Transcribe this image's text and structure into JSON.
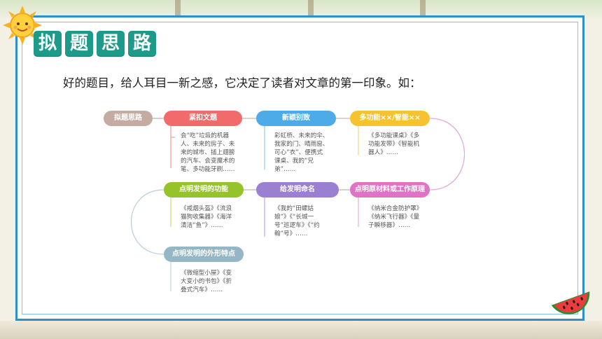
{
  "title_chars": [
    "拟",
    "题",
    "思",
    "路"
  ],
  "intro": "好的题目，给人耳目一新之感，它决定了读者对文章的第一印象。如：",
  "mindmap": {
    "root": "拟题思路",
    "branches": [
      {
        "label": "紧扣文题",
        "color": "#f26b6b",
        "desc": [
          "会“吃”垃圾的机器",
          "人、未来的房子、未",
          "来的城市、插上翅膀",
          "的汽车、会变魔术的",
          "笔、多功能牙刷……"
        ]
      },
      {
        "label": "新颖别致",
        "color": "#4dabe8",
        "desc": [
          "彩虹桥、未来的伞、",
          "我家的门、晴雨窗、",
          "可心“衣”、便携式",
          "课桌、我的“兄",
          "弟”……"
        ]
      },
      {
        "label": "多功能××/智能××",
        "color": "#f6c330",
        "desc": [
          "《多功能课桌》《多",
          "功能发带》《智能机",
          "器人》……"
        ]
      },
      {
        "label": "点明原材料或工作原理",
        "color": "#e073c4",
        "desc": [
          "《纳米合金防护罩》",
          "《纳米飞行器》《量",
          "子瞬移器》……"
        ]
      },
      {
        "label": "给发明命名",
        "color": "#9b7fd1",
        "desc": [
          "《我的“田螺姑",
          "娘”》《“长城一",
          "号”巡逻车》《“约",
          "翰”号》……"
        ]
      },
      {
        "label": "点明发明的功能",
        "color": "#96c22a",
        "desc": [
          "《戒烟头盔》《流浪",
          "猫狗收集器》《海洋",
          "清洁“鱼”》……"
        ]
      },
      {
        "label": "点明发明的外形特点",
        "color": "#95b6c4",
        "desc": [
          "《微缩型小屋》《变",
          "大变小的书包》《折",
          "叠式汽车》……"
        ]
      }
    ]
  }
}
